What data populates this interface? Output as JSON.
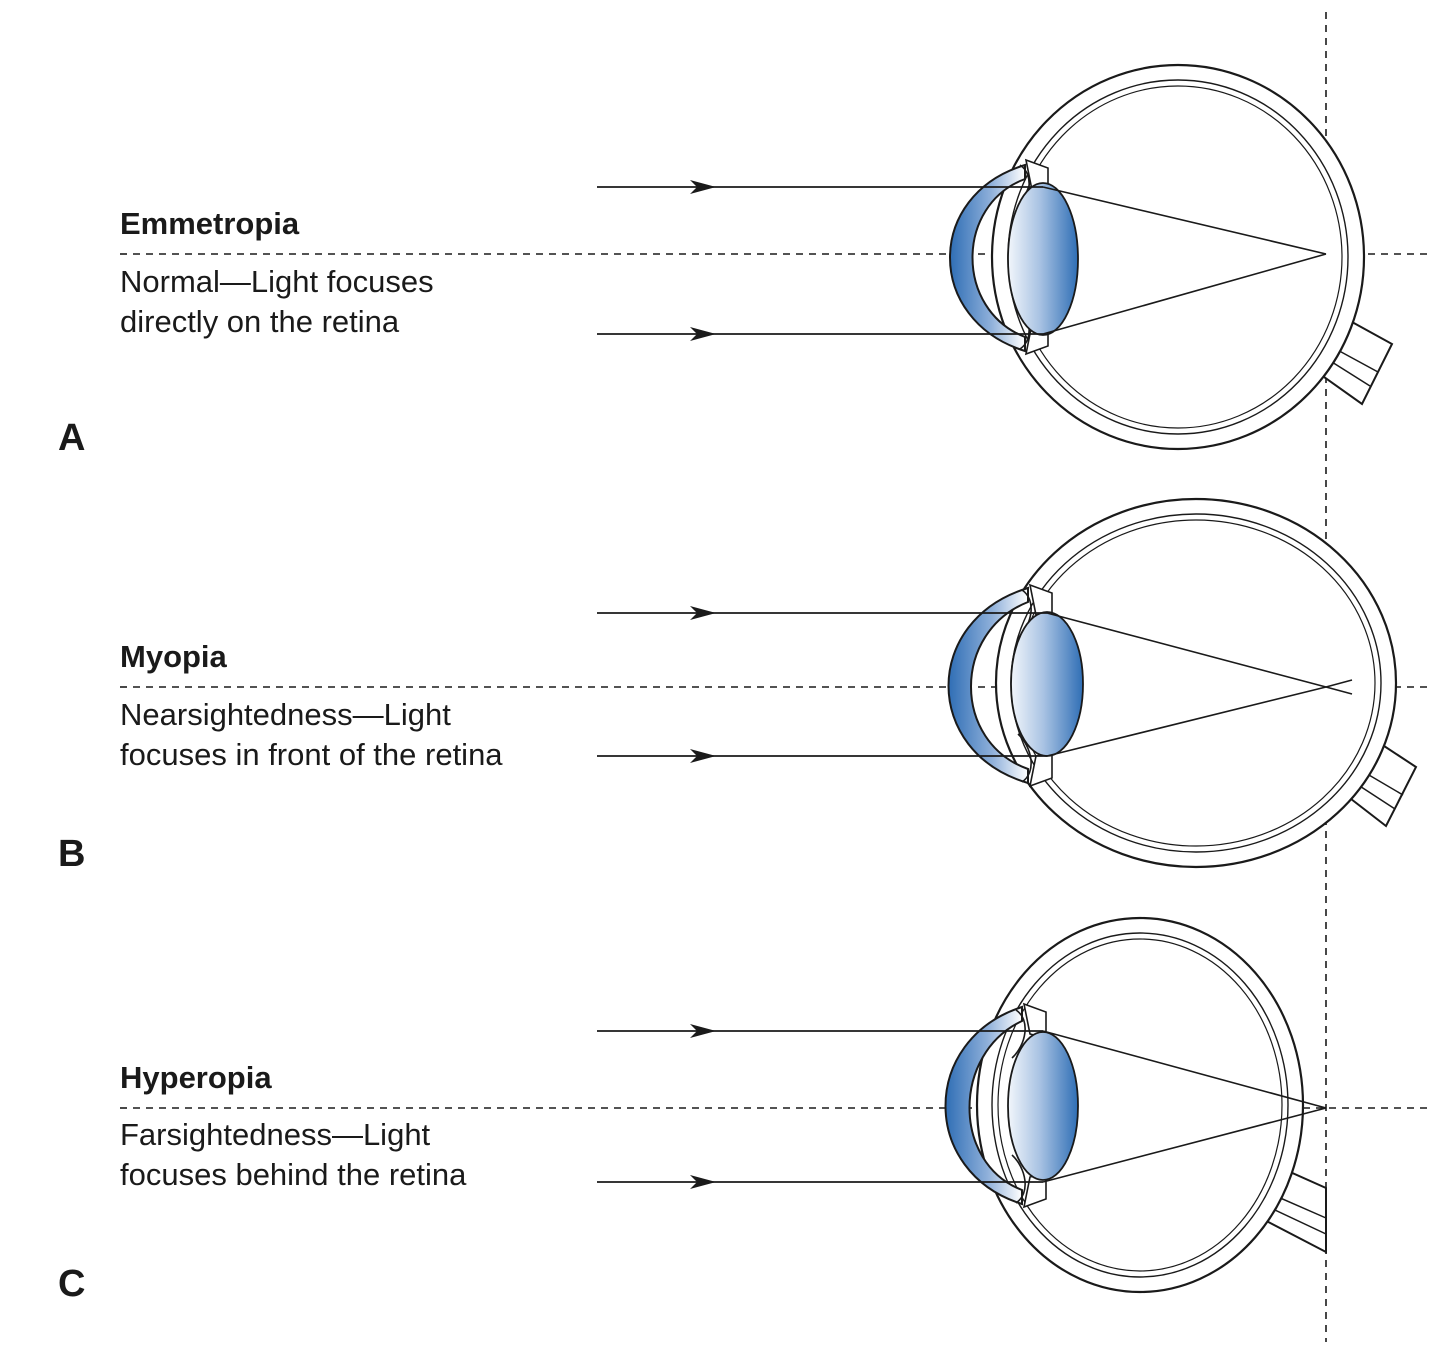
{
  "colors": {
    "line": "#1a1a1a",
    "lens_blue": "#2f6eb5",
    "lens_light": "#eef3fa",
    "background": "#ffffff"
  },
  "panels": [
    {
      "letter": "A",
      "title": "Emmetropia",
      "description": [
        "Normal—Light focuses",
        "directly on the retina"
      ]
    },
    {
      "letter": "B",
      "title": "Myopia",
      "description": [
        "Nearsightedness—Light",
        "focuses in front of the retina"
      ]
    },
    {
      "letter": "C",
      "title": "Hyperopia",
      "description": [
        "Farsightedness—Light",
        "focuses behind the retina"
      ]
    }
  ]
}
